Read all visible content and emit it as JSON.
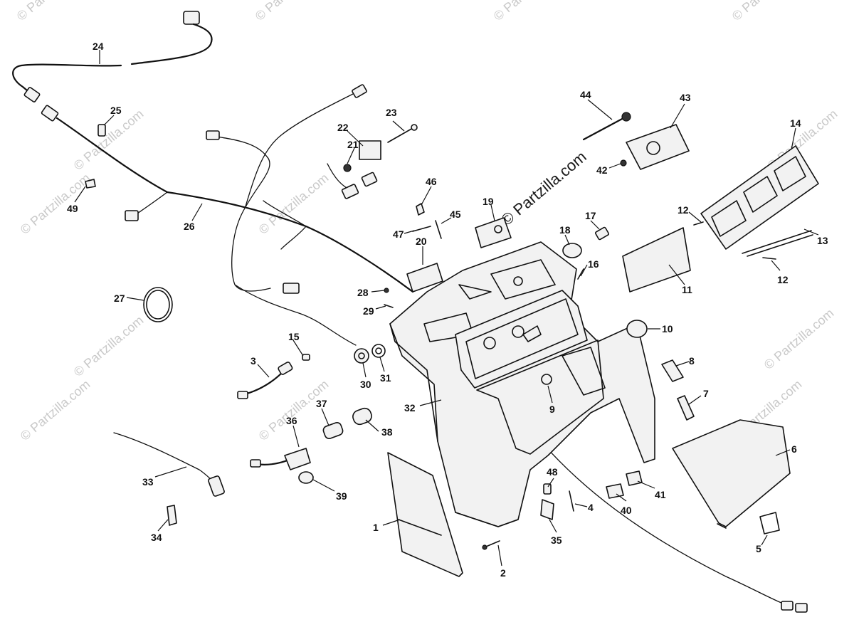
{
  "watermark": {
    "small": "© Partzilla.com",
    "main": "© Partzilla.com"
  },
  "callouts": {
    "c1": "1",
    "c2": "2",
    "c3": "3",
    "c4": "4",
    "c5": "5",
    "c6": "6",
    "c7": "7",
    "c8": "8",
    "c9": "9",
    "c10": "10",
    "c11": "11",
    "c12a": "12",
    "c12b": "12",
    "c13": "13",
    "c14": "14",
    "c15": "15",
    "c16": "16",
    "c17": "17",
    "c18": "18",
    "c19": "19",
    "c20": "20",
    "c21": "21",
    "c22": "22",
    "c23": "23",
    "c24": "24",
    "c25": "25",
    "c26": "26",
    "c27": "27",
    "c28": "28",
    "c29": "29",
    "c30": "30",
    "c31": "31",
    "c32": "32",
    "c33": "33",
    "c34": "34",
    "c35": "35",
    "c36": "36",
    "c37": "37",
    "c38": "38",
    "c39": "39",
    "c40": "40",
    "c41": "41",
    "c42": "42",
    "c43": "43",
    "c44": "44",
    "c45": "45",
    "c46": "46",
    "c47": "47",
    "c48": "48",
    "c49": "49"
  }
}
